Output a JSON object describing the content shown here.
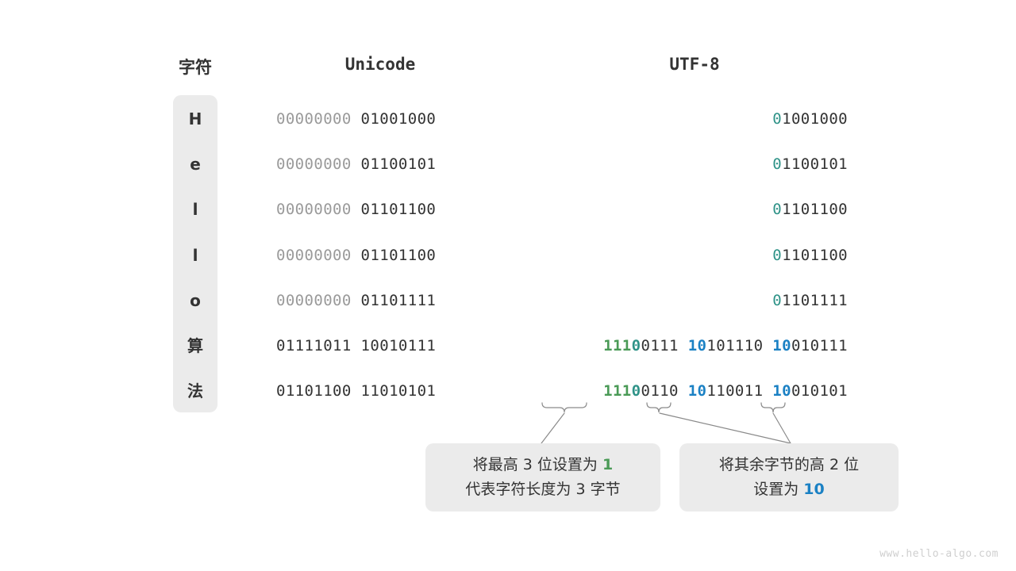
{
  "headers": {
    "character": "字符",
    "unicode": "Unicode",
    "utf8": "UTF-8"
  },
  "rows": [
    {
      "char": "H",
      "unicode_high": "00000000",
      "unicode_low": "01001000",
      "utf8_kind": "single",
      "utf8_prefix_lead": "0",
      "utf8_rest_lead": "1001000"
    },
    {
      "char": "e",
      "unicode_high": "00000000",
      "unicode_low": "01100101",
      "utf8_kind": "single",
      "utf8_prefix_lead": "0",
      "utf8_rest_lead": "1100101"
    },
    {
      "char": "l",
      "unicode_high": "00000000",
      "unicode_low": "01101100",
      "utf8_kind": "single",
      "utf8_prefix_lead": "0",
      "utf8_rest_lead": "1101100"
    },
    {
      "char": "l",
      "unicode_high": "00000000",
      "unicode_low": "01101100",
      "utf8_kind": "single",
      "utf8_prefix_lead": "0",
      "utf8_rest_lead": "1101100"
    },
    {
      "char": "o",
      "unicode_high": "00000000",
      "unicode_low": "01101111",
      "utf8_kind": "single",
      "utf8_prefix_lead": "0",
      "utf8_rest_lead": "1101111"
    },
    {
      "char": "算",
      "unicode_high": "01111011",
      "unicode_low": "10010111",
      "utf8_kind": "triple",
      "b1_mark_green": "111",
      "b1_mark_teal": "0",
      "b1_rest": "0111",
      "b2_mark": "10",
      "b2_rest": "101110",
      "b3_mark": "10",
      "b3_rest": "010111"
    },
    {
      "char": "法",
      "unicode_high": "01101100",
      "unicode_low": "11010101",
      "utf8_kind": "triple",
      "b1_mark_green": "111",
      "b1_mark_teal": "0",
      "b1_rest": "0110",
      "b2_mark": "10",
      "b2_rest": "110011",
      "b3_mark": "10",
      "b3_rest": "010101"
    }
  ],
  "callouts": {
    "left": {
      "line1_a": "将最高 3 位设置为 ",
      "line1_hl": "1",
      "line2": "代表字符长度为 3 字节"
    },
    "right": {
      "line1": "将其余字节的高 2 位",
      "line2_a": "设置为 ",
      "line2_hl": "10"
    }
  },
  "watermark": "www.hello-algo.com",
  "colors": {
    "green": "#4a9a56",
    "teal": "#2f9388",
    "blue": "#1b81c4",
    "panel": "#ebebeb",
    "text": "#333333",
    "dim": "#9a9a9a"
  }
}
